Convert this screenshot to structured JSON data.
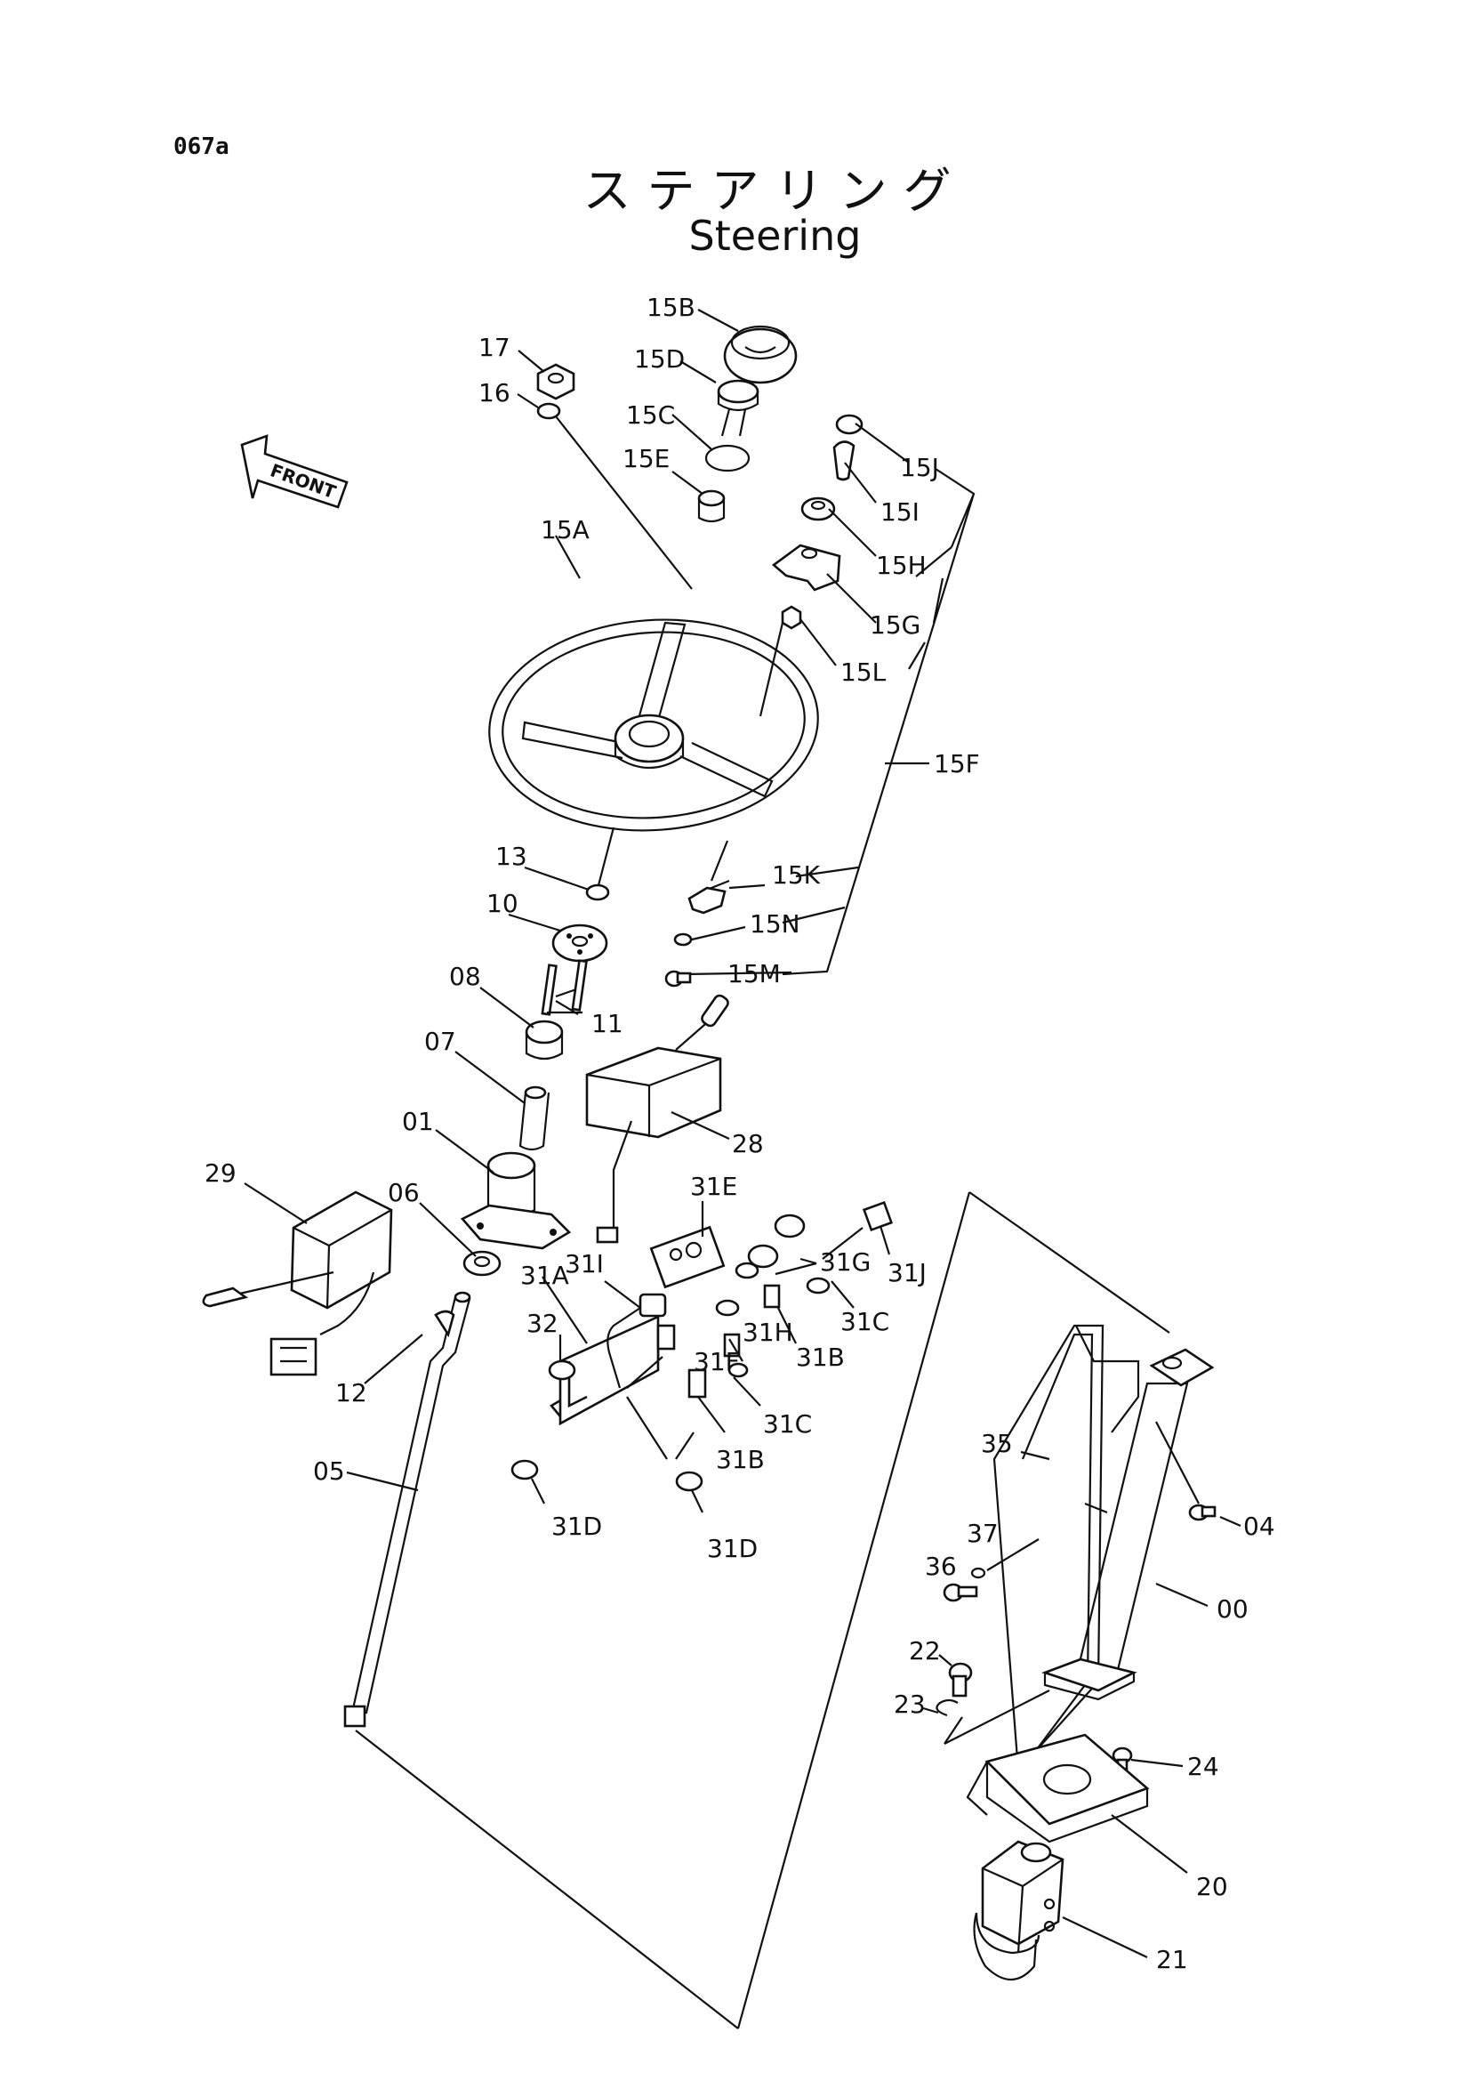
{
  "header": {
    "page_code": "067a",
    "title_jp": "ステアリング",
    "title_en": "Steering",
    "front_arrow": "FRONT"
  },
  "parts": {
    "p15B": "15B",
    "p15D": "15D",
    "p15C": "15C",
    "p15E": "15E",
    "p17": "17",
    "p16": "16",
    "p15J": "15J",
    "p15I": "15I",
    "p15H": "15H",
    "p15G": "15G",
    "p15L": "15L",
    "p15F": "15F",
    "p15A": "15A",
    "p13": "13",
    "p10": "10",
    "p08": "08",
    "p11": "11",
    "p07": "07",
    "p01": "01",
    "p15K": "15K",
    "p15N": "15N",
    "p15M": "15M",
    "p28": "28",
    "p29": "29",
    "p06": "06",
    "p12": "12",
    "p05": "05",
    "p31E": "31E",
    "p31G": "31G",
    "p31J": "31J",
    "p31A": "31A",
    "p31I": "31I",
    "p32": "32",
    "p31C_a": "31C",
    "p31H": "31H",
    "p31F": "31F",
    "p31B_a": "31B",
    "p31C_b": "31C",
    "p31B_b": "31B",
    "p31D_a": "31D",
    "p31D_b": "31D",
    "p35": "35",
    "p04": "04",
    "p37": "37",
    "p36": "36",
    "p00": "00",
    "p22": "22",
    "p23": "23",
    "p24": "24",
    "p20": "20",
    "p21": "21"
  }
}
